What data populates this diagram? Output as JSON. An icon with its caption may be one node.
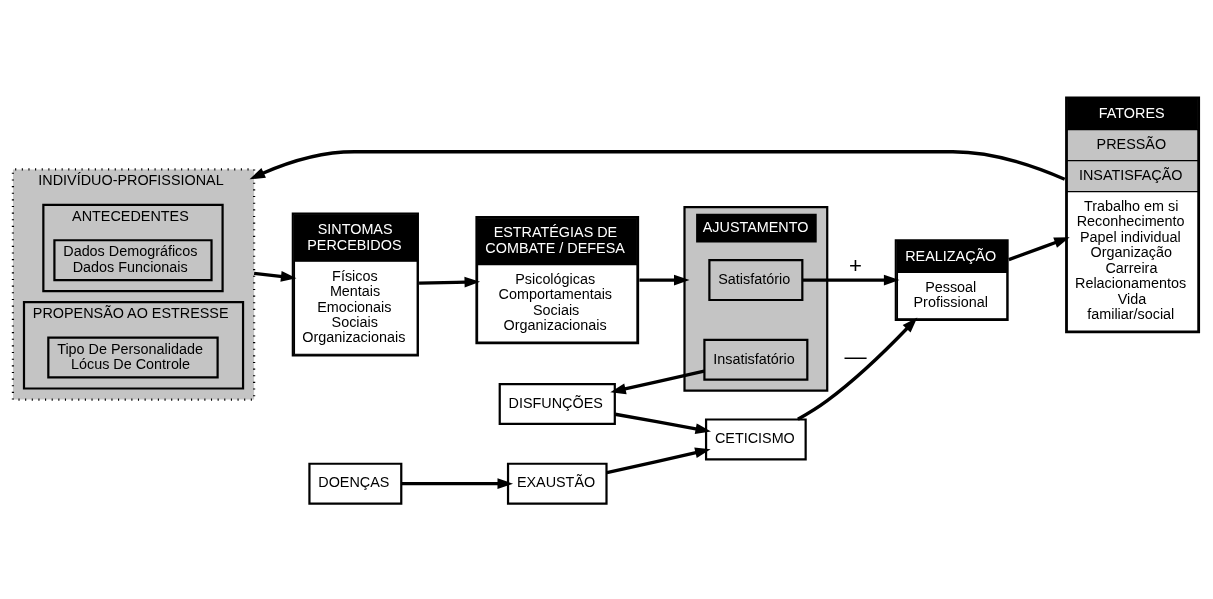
{
  "diagram": {
    "nodes": [
      {
        "text": [
          "FATORES",
          "PRESSÃO",
          "INSATISFAÇÃO",
          "Trabalho em si Reconhecimento Papel individual Organização Carreira Relacionamentos Vida familiar/social"
        ]
      },
      {
        "text": [
          "INDIVÍDUO-PROFISSIONAL"
        ]
      },
      {
        "text": [
          "ANTECEDENTES"
        ],
        "in": 1
      },
      {
        "text": [
          "Dados Demográficos Dados Funcionais"
        ],
        "in": 2
      },
      {
        "text": [
          "PROPENSÃO AO ESTRESSE"
        ],
        "in": 1
      },
      {
        "text": [
          "Tipo De Personalidade Lócus De Controle"
        ],
        "in": 4
      },
      {
        "text": [
          "SINTOMAS PERCEBIDOS",
          "Físicos Mentais Emocionais Sociais Organizacionais"
        ]
      },
      {
        "text": [
          "ESTRATÉGIAS DE COMBATE / DEFESA",
          "Psicológicas Comportamentais Sociais Organizacionais"
        ]
      },
      {
        "text": [
          "AJUSTAMENTO"
        ]
      },
      {
        "text": [
          "Satisfatório"
        ],
        "in": 8
      },
      {
        "text": [
          "Insatisfatório"
        ],
        "in": 8
      },
      {
        "text": [
          "REALIZAÇÃO",
          "Pessoal Profissional"
        ]
      },
      {
        "text": [
          "EXAUSTÃO"
        ]
      },
      {
        "text": [
          "CETICISMO"
        ]
      },
      {
        "text": [
          "DOENÇAS"
        ]
      },
      {
        "text": [
          "DISFUNÇÕES"
        ]
      }
    ],
    "edges": [
      {
        "from": 0,
        "to": 1,
        "arrow": "to"
      },
      {
        "from": 1,
        "to": 6,
        "arrow": "to"
      },
      {
        "from": 6,
        "to": 7,
        "arrow": "to"
      },
      {
        "from": 7,
        "to": 8,
        "arrow": "to"
      },
      {
        "from": 9,
        "to": 11,
        "arrow": "to",
        "label": "+"
      },
      {
        "from": 10,
        "to": 15,
        "arrow": "to"
      },
      {
        "from": 14,
        "to": 12,
        "arrow": "to"
      },
      {
        "from": 15,
        "to": 13,
        "arrow": "to"
      },
      {
        "from": 12,
        "to": 13,
        "arrow": "to"
      },
      {
        "from": 13,
        "to": 11,
        "arrow": "to",
        "label": "—"
      },
      {
        "from": 11,
        "to": 0,
        "arrow": "to"
      }
    ]
  }
}
